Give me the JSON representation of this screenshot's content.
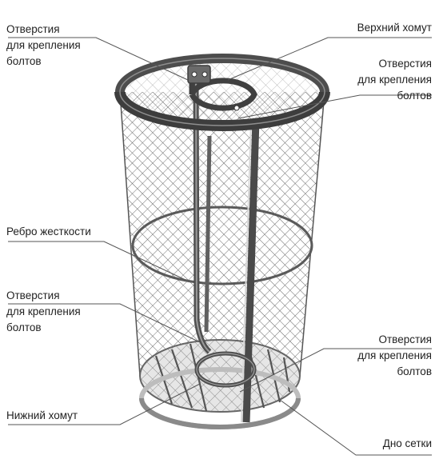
{
  "labels": {
    "top_left_holes": [
      "Отверстия",
      "для крепления",
      "болтов"
    ],
    "upper_clamp": "Верхний хомут",
    "right_upper_holes": [
      "Отверстия",
      "для крепления",
      "болтов"
    ],
    "rib": "Ребро жесткости",
    "left_mid_holes": [
      "Отверстия",
      "для крепления",
      "болтов"
    ],
    "right_lower_holes": [
      "Отверстия",
      "для крепления",
      "болтов"
    ],
    "lower_clamp": "Нижний хомут",
    "mesh_bottom": "Дно сетки"
  },
  "colors": {
    "frame": "#505050",
    "frame_light": "#8a8a8a",
    "mesh": "#4a4a4a",
    "leader": "#555555",
    "text": "#222222",
    "background": "#ffffff"
  }
}
